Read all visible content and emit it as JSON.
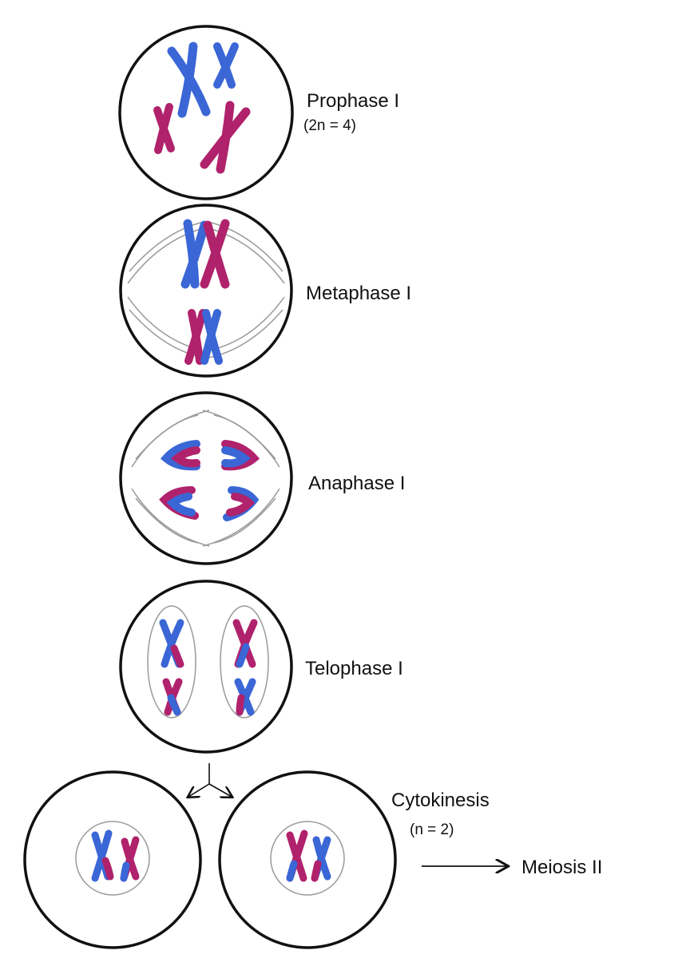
{
  "stages": {
    "prophase": {
      "label": "Prophase I",
      "ploidy": "(2n = 4)"
    },
    "metaphase": {
      "label": "Metaphase I"
    },
    "anaphase": {
      "label": "Anaphase I"
    },
    "telophase": {
      "label": "Telophase I"
    },
    "cytokinesis": {
      "label": "Cytokinesis",
      "ploidy": "(n = 2)"
    }
  },
  "next_step": {
    "label": "Meiosis II"
  },
  "colors": {
    "blue_chromosome": "#3a66d6",
    "magenta_chromosome": "#b0226c",
    "cell_outline": "#111111",
    "spindle": "#9a9a9a",
    "nucleus_outline": "#9a9a9a"
  },
  "icons": {
    "arrow": "arrow-right-icon",
    "split": "split-arrow-icon"
  }
}
